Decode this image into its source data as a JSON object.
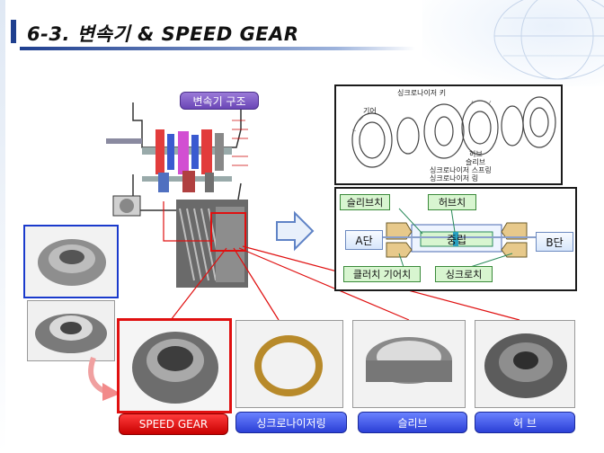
{
  "header": {
    "title": "6-3. 변속기 & SPEED GEAR"
  },
  "diagram": {
    "badge": "변속기 구조"
  },
  "synchro_exploded": {
    "labels": {
      "key": "싱크로나이저 키",
      "gear": "기어",
      "hub": "허브",
      "sleeve": "슬리브",
      "spring": "싱크로나이저 스프링",
      "ring": "싱크로나이저 링"
    }
  },
  "synchro_schematic": {
    "sleeve_tooth": "슬리브치",
    "hub_tooth": "허브치",
    "a_gear": "A단",
    "neutral": "중립",
    "b_gear": "B단",
    "clutch_gear_tooth": "클러치 기어치",
    "synchro_tooth": "싱크로치"
  },
  "parts": [
    {
      "label": "SPEED GEAR"
    },
    {
      "label": "싱크로나이저링"
    },
    {
      "label": "슬리브"
    },
    {
      "label": "허 브"
    }
  ],
  "colors": {
    "accent_blue": "#1f3f8f",
    "highlight_red": "#e01010",
    "badge_purple": "#7a56c4",
    "button_blue": "#3b50e0",
    "schematic_green": "#d8f5d0"
  }
}
